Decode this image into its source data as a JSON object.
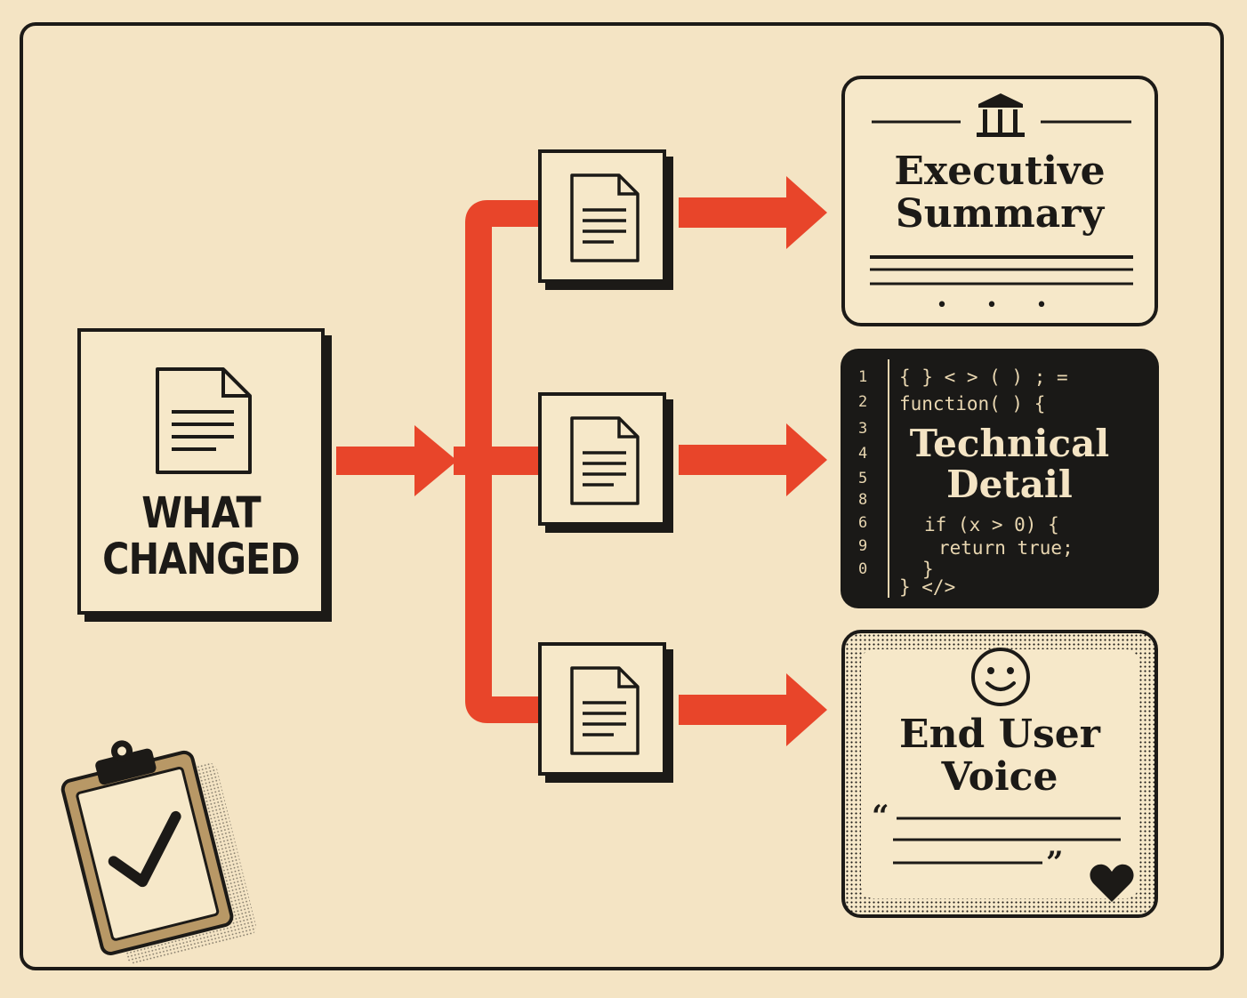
{
  "diagram": {
    "source": {
      "label_line1": "WHAT",
      "label_line2": "CHANGED",
      "icon": "document-icon"
    },
    "branches": [
      {
        "icon": "document-icon",
        "target": "Executive Summary"
      },
      {
        "icon": "document-icon",
        "target": "Technical Detail"
      },
      {
        "icon": "document-icon",
        "target": "End User Voice"
      }
    ],
    "executive": {
      "title_line1": "Executive",
      "title_line2": "Summary",
      "icon": "bank-icon",
      "dots": "• • •"
    },
    "technical": {
      "title_line1": "Technical",
      "title_line2": "Detail",
      "line_numbers": [
        "1",
        "2",
        "3",
        "4",
        "5",
        "8",
        "6",
        "9",
        "0"
      ],
      "code_line1": "{ } < > ( ) ; =",
      "code_line2": "function( ) {",
      "code_line3": "if (x > 0) {",
      "code_line4": "return true;",
      "code_line5": "}",
      "code_line6": "} </>"
    },
    "enduser": {
      "title_line1": "End User",
      "title_line2": "Voice",
      "open_quote": "“",
      "close_quote": "”",
      "icon": "smiley-icon",
      "heart": "heart-icon"
    },
    "corner_icon": "clipboard-check-icon",
    "colors": {
      "arrow": "#e8452a",
      "ink": "#1c1a17",
      "paper": "#f4e4c4"
    }
  }
}
